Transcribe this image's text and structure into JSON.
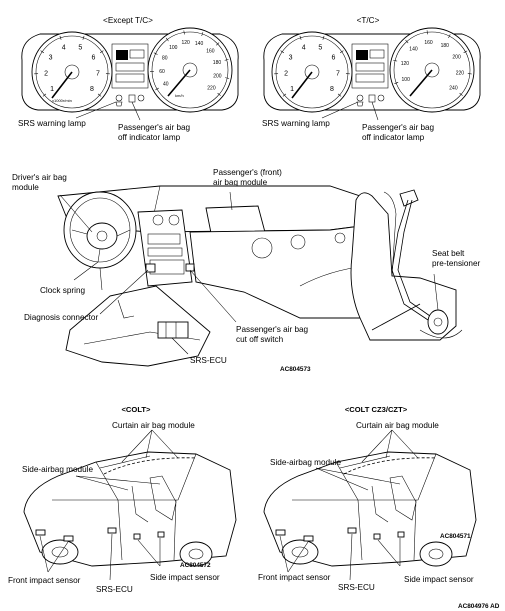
{
  "gauges": {
    "left_header": "<Except T/C>",
    "right_header": "<T/C>",
    "left_srs_label": "SRS warning lamp",
    "left_pass_line1": "Passenger's air bag",
    "left_pass_line2": "off indicator lamp",
    "right_srs_label": "SRS warning lamp",
    "right_pass_line1": "Passenger's air bag",
    "right_pass_line2": "off indicator lamp",
    "tach_numbers": [
      "1",
      "2",
      "3",
      "4",
      "5",
      "6",
      "7",
      "8"
    ],
    "speedo_numbers": [
      "40",
      "60",
      "80",
      "100",
      "120",
      "140",
      "160",
      "180",
      "200",
      "220"
    ],
    "speedo_numbers_tc": [
      "100",
      "120",
      "140",
      "160",
      "180",
      "200",
      "220",
      "240"
    ]
  },
  "dashboard": {
    "driver_line1": "Driver's air bag",
    "driver_line2": "module",
    "passenger_front_line1": "Passenger's (front)",
    "passenger_front_line2": "air bag module",
    "clock_spring": "Clock spring",
    "diagnosis_connector": "Diagnosis connector",
    "cutoff_line1": "Passenger's air bag",
    "cutoff_line2": "cut off switch",
    "srs_ecu": "SRS-ECU",
    "code": "AC804573"
  },
  "seatbelt": {
    "line1": "Seat belt",
    "line2": "pre-tensioner"
  },
  "colt": {
    "header": "<COLT>",
    "curtain": "Curtain air bag module",
    "side_airbag": "Side-airbag module",
    "front_impact": "Front impact sensor",
    "srs_ecu": "SRS-ECU",
    "side_impact": "Side impact sensor",
    "code": "AC804572"
  },
  "colt_cz": {
    "header": "<COLT CZ3/CZT>",
    "curtain": "Curtain air bag module",
    "side_airbag": "Side-airbag module",
    "front_impact": "Front impact sensor",
    "srs_ecu": "SRS-ECU",
    "side_impact": "Side impact sensor",
    "code": "AC804571"
  },
  "footer_code": "AC804976 AD"
}
